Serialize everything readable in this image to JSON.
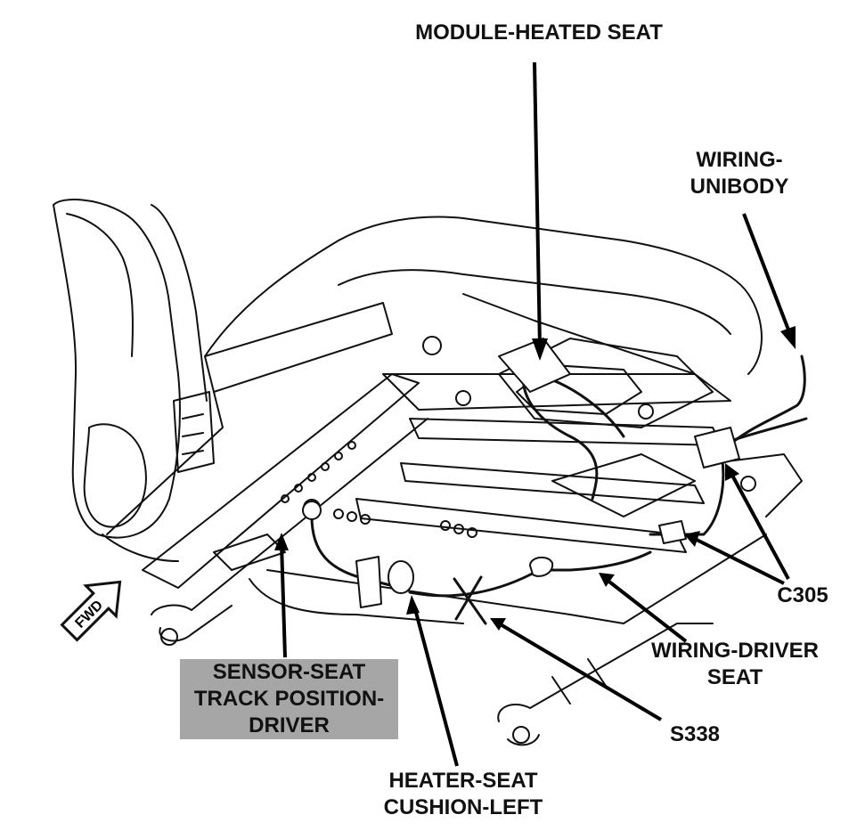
{
  "labels": {
    "module_heated_seat": "MODULE-HEATED SEAT",
    "wiring_unibody": [
      "WIRING-",
      "UNIBODY"
    ],
    "c305": "C305",
    "wiring_driver_seat": [
      "WIRING-DRIVER",
      "SEAT"
    ],
    "s338": "S338",
    "heater_seat_cushion_left": [
      "HEATER-SEAT",
      "CUSHION-LEFT"
    ],
    "sensor_seat_track_position_driver": [
      "SENSOR-SEAT",
      "TRACK POSITION-",
      "DRIVER"
    ],
    "fwd": "FWD"
  },
  "colors": {
    "line": "#111111",
    "sensor_label_bg": "#a6a6a6",
    "background": "#ffffff"
  }
}
